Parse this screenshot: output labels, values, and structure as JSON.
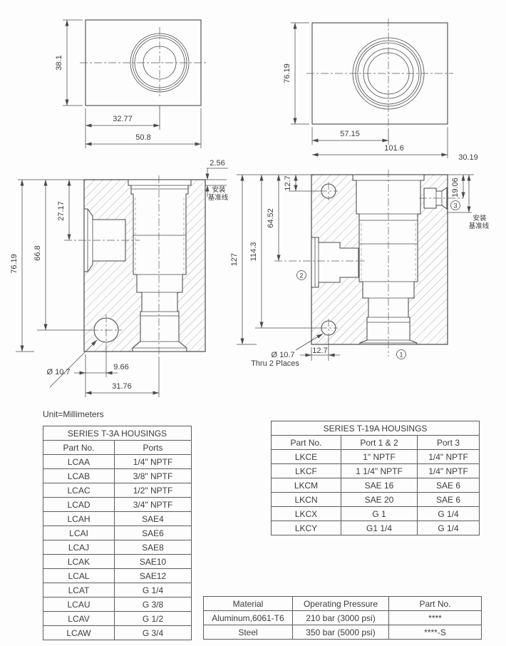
{
  "unit_note": "Unit=Millimeters",
  "drawings": {
    "t3a_top": {
      "height": "38.1",
      "center_offset": "32.77",
      "width": "50.8"
    },
    "t19a_top": {
      "height": "76.19",
      "center_offset": "57.15",
      "width": "101.6"
    },
    "t3a_section": {
      "datum_offset": "2.56",
      "datum_note_1": "安装",
      "datum_note_2": "基准线",
      "port_center_depth": "27.17",
      "hole_center_depth": "66.8",
      "overall_height": "76.19",
      "hole_dia": "Ø 10.7",
      "hole_offset": "9.66",
      "cavity_center_offset": "31.76"
    },
    "t19a_section": {
      "datum_depth": "30.19",
      "hole_top_offset": "12.7",
      "port3_center_depth": "19.06",
      "port2_center_depth": "64.52",
      "hole_bottom_depth": "114.3",
      "overall_height": "127",
      "datum_note_1": "安装",
      "datum_note_2": "基准线",
      "hole_dia": "Ø 10.7",
      "hole_note": "Thru 2 Places",
      "hole_side_offset": "12.7",
      "port1_num": "1",
      "port2_num": "2",
      "port3_num": "3"
    }
  },
  "tables": {
    "t3a": {
      "title": "SERIES T-3A HOUSINGS",
      "headers": [
        "Part No.",
        "Ports"
      ],
      "rows": [
        [
          "LCAA",
          "1/4\" NPTF"
        ],
        [
          "LCAB",
          "3/8\" NPTF"
        ],
        [
          "LCAC",
          "1/2\" NPTF"
        ],
        [
          "LCAD",
          "3/4\" NPTF"
        ],
        [
          "LCAH",
          "SAE4"
        ],
        [
          "LCAI",
          "SAE6"
        ],
        [
          "LCAJ",
          "SAE8"
        ],
        [
          "LCAK",
          "SAE10"
        ],
        [
          "LCAL",
          "SAE12"
        ],
        [
          "LCAT",
          "G 1/4"
        ],
        [
          "LCAU",
          "G 3/8"
        ],
        [
          "LCAV",
          "G 1/2"
        ],
        [
          "LCAW",
          "G 3/4"
        ]
      ]
    },
    "t19a": {
      "title": "SERIES T-19A HOUSINGS",
      "headers": [
        "Part No.",
        "Port 1 & 2",
        "Port 3"
      ],
      "rows": [
        [
          "LKCE",
          "1\" NPTF",
          "1/4\" NPTF"
        ],
        [
          "LKCF",
          "1 1/4\" NPTF",
          "1/4\" NPTF"
        ],
        [
          "LKCM",
          "SAE 16",
          "SAE 6"
        ],
        [
          "LKCN",
          "SAE 20",
          "SAE 6"
        ],
        [
          "LKCX",
          "G 1",
          "G 1/4"
        ],
        [
          "LKCY",
          "G1 1/4",
          "G 1/4"
        ]
      ]
    },
    "materials": {
      "headers": [
        "Material",
        "Operating Pressure",
        "Part No."
      ],
      "rows": [
        [
          "Aluminum,6061-T6",
          "210 bar (3000 psi)",
          "****"
        ],
        [
          "Steel",
          "350 bar (5000 psi)",
          "****-S"
        ]
      ]
    }
  }
}
